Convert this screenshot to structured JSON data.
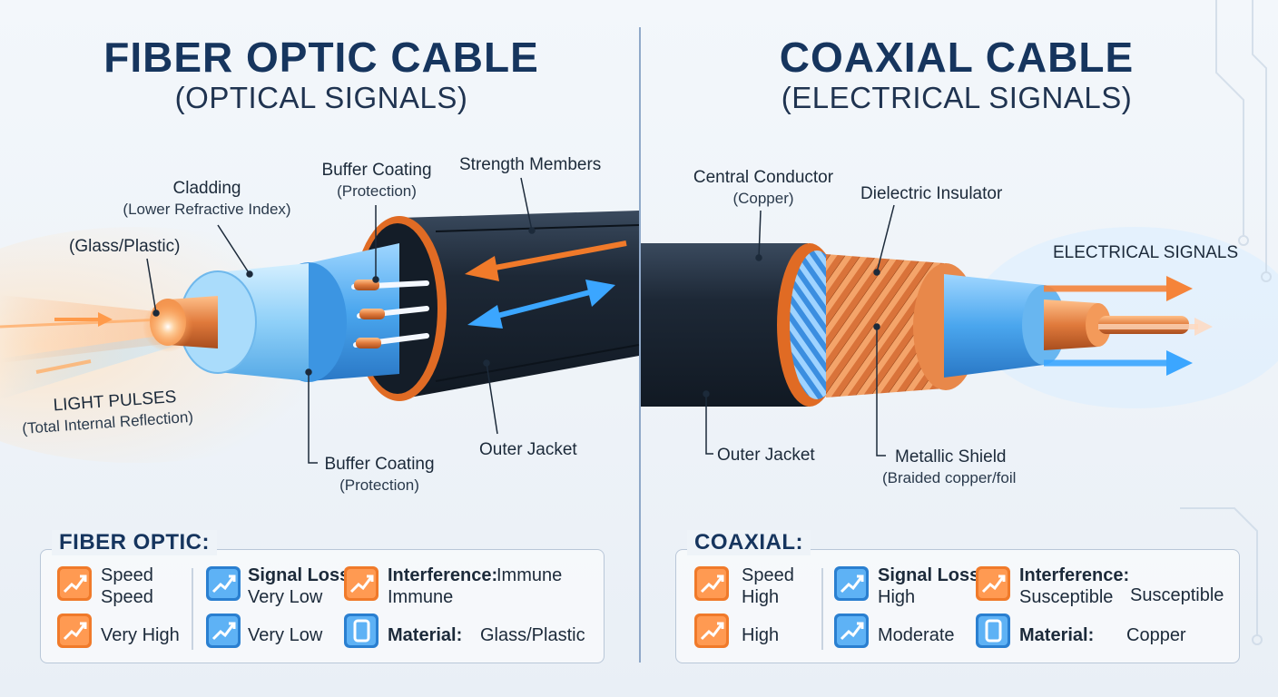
{
  "fiber": {
    "title": "FIBER OPTIC CABLE",
    "subtitle": "(OPTICAL SIGNALS)",
    "labels": {
      "core": "(Glass/Plastic)",
      "cladding": "Cladding",
      "cladding_note": "(Lower Refractive Index)",
      "buffer_top": "Buffer Coating",
      "buffer_top_note": "(Protection)",
      "strength": "Strength Members",
      "light": "LIGHT PULSES",
      "light_note": "(Total Internal Reflection)",
      "buffer_bottom": "Buffer Coating",
      "buffer_bottom_note": "(Protection)",
      "jacket": "Outer Jacket"
    },
    "panel": {
      "title": "FIBER OPTIC:",
      "speed_label": "Speed",
      "speed_sub": "Speed",
      "speed_value": "Very High",
      "loss_label": "Signal Loss",
      "loss_sub": "Very Low",
      "loss_value": "Very Low",
      "interference_label": "Interference:",
      "interference_inline": "Immune",
      "interference_sub": "Immune",
      "material_label": "Material:",
      "material_value": "Glass/Plastic"
    }
  },
  "coax": {
    "title": "COAXIAL CABLE",
    "subtitle": "(ELECTRICAL SIGNALS)",
    "labels": {
      "conductor": "Central Conductor",
      "conductor_note": "(Copper)",
      "dielectric": "Dielectric Insulator",
      "signals": "ELECTRICAL SIGNALS",
      "jacket": "Outer Jacket",
      "shield": "Metallic Shield",
      "shield_note": "(Braided copper/foil"
    },
    "panel": {
      "title": "COAXIAL:",
      "speed_label": "Speed",
      "speed_sub": "High",
      "speed_value": "High",
      "loss_label": "Signal Loss",
      "loss_sub": "High",
      "loss_value": "Moderate",
      "interference_label": "Interference:",
      "interference_sub": "Susceptible",
      "interference_side": "Susceptible",
      "material_label": "Material:",
      "material_value": "Copper"
    }
  },
  "colors": {
    "accent_orange": "#f07a2a",
    "accent_blue": "#2f8fe0",
    "title_navy": "#16355e",
    "jacket": "#1b2633"
  }
}
